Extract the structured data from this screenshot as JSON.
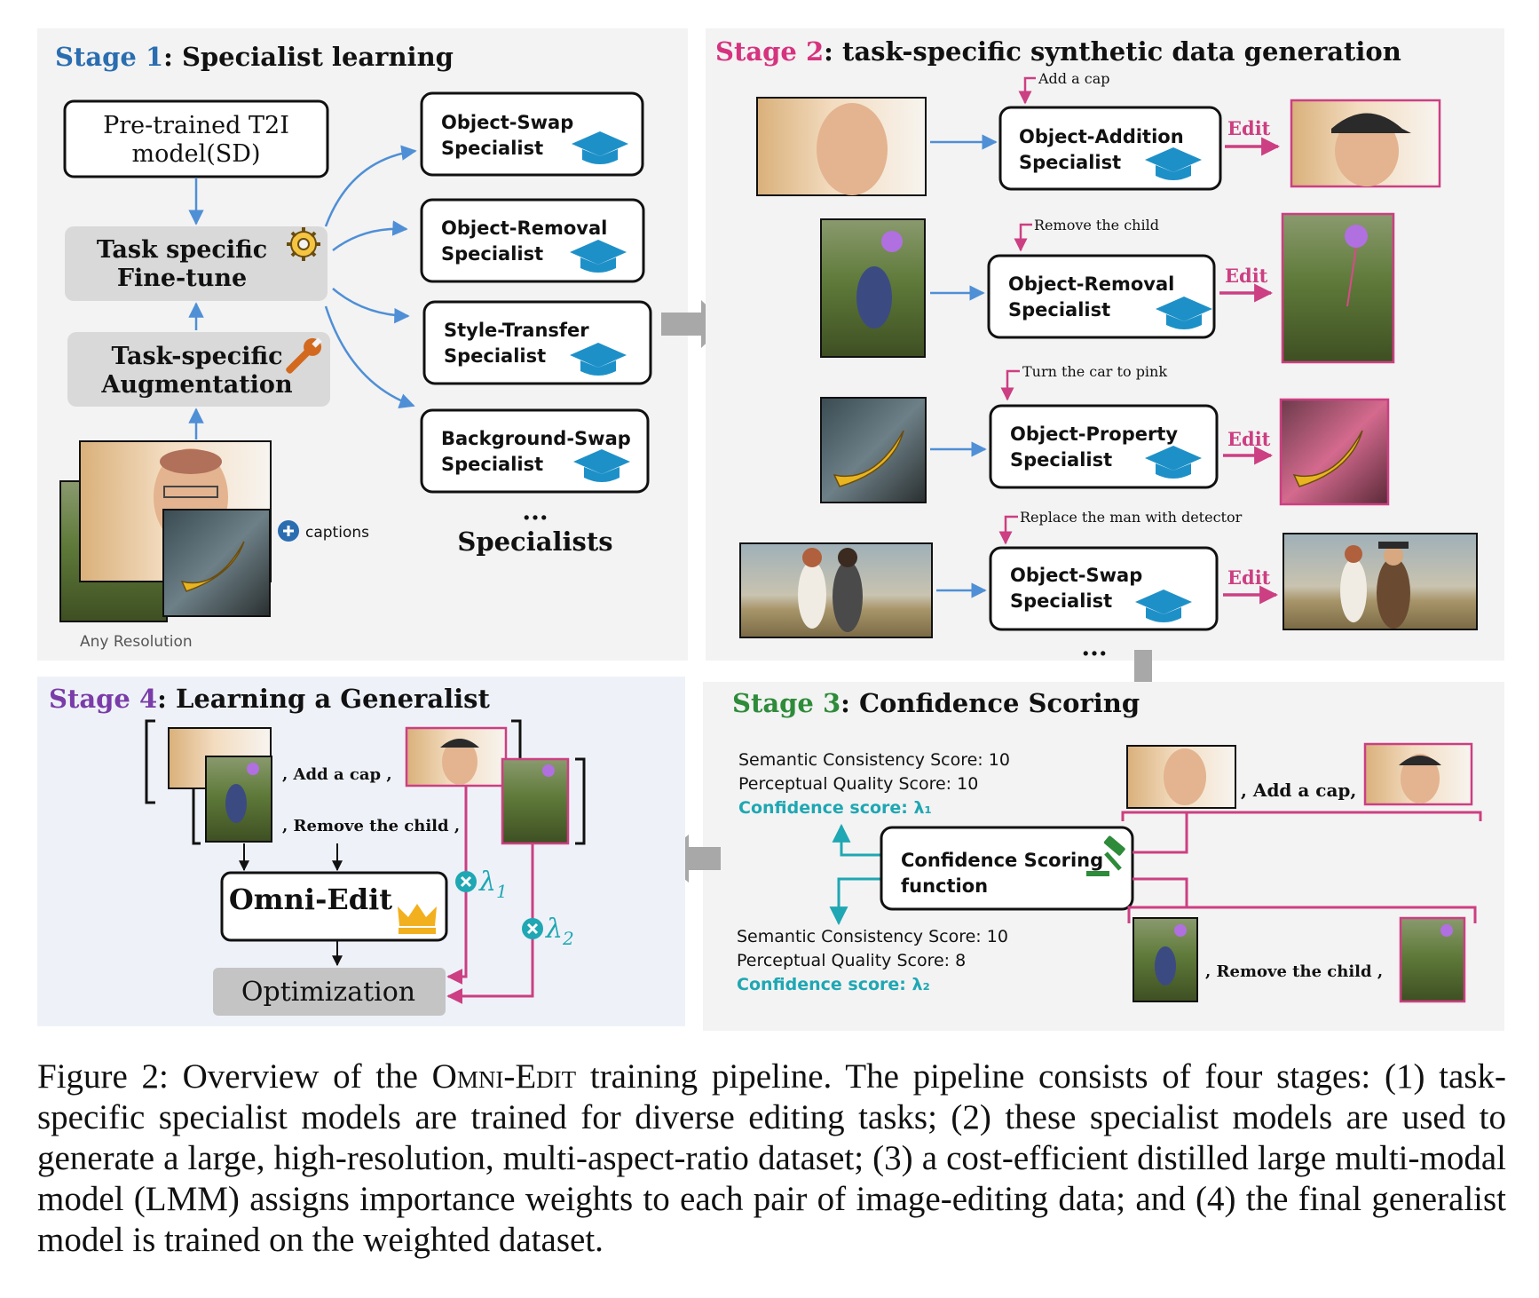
{
  "colors": {
    "stage1_num": "#2a6db0",
    "stage2_num": "#d6337f",
    "stage3_num": "#2e8b3a",
    "stage4_num": "#7a3ca8",
    "arrow_blue": "#4f8fd6",
    "edit_pink": "#cc3f82",
    "teal": "#1fa7b3",
    "gray_box": "#d9d9d9",
    "panel_bg": "#f3f3f3",
    "panel4_bg": "#eef2f8",
    "cap_blue": "#1e90c8",
    "crown": "#f2b01e",
    "gavel": "#2e8b3a",
    "wrench": "#d2691e"
  },
  "stage1": {
    "label_num": "Stage 1",
    "label_rest": ": Specialist learning",
    "pretrained_line1": "Pre-trained T2I",
    "pretrained_line2": "model(SD)",
    "finetune_line1": "Task specific",
    "finetune_line2": "Fine-tune",
    "augment_line1": "Task-specific",
    "augment_line2": "Augmentation",
    "captions": "captions",
    "any_resolution": "Any Resolution",
    "specialists": [
      {
        "line1": "Object-Swap",
        "line2": "Specialist",
        "icon": "graduation-cap-icon"
      },
      {
        "line1": "Object-Removal",
        "line2": "Specialist",
        "icon": "graduation-cap-icon"
      },
      {
        "line1": "Style-Transfer",
        "line2": "Specialist",
        "icon": "graduation-cap-icon"
      },
      {
        "line1": "Background-Swap",
        "line2": "Specialist",
        "icon": "graduation-cap-icon"
      }
    ],
    "ellipsis": "...",
    "specialists_label": "Specialists"
  },
  "stage2": {
    "label_num": "Stage 2",
    "label_rest": ": task-specific synthetic data generation",
    "edit_label": "Edit",
    "rows": [
      {
        "instruction": "Add a cap",
        "line1": "Object-Addition",
        "line2": "Specialist"
      },
      {
        "instruction": "Remove the child",
        "line1": "Object-Removal",
        "line2": "Specialist"
      },
      {
        "instruction": "Turn the car to pink",
        "line1": "Object-Property",
        "line2": "Specialist"
      },
      {
        "instruction": "Replace the man with detector",
        "line1": "Object-Swap",
        "line2": "Specialist"
      }
    ],
    "ellipsis": "..."
  },
  "stage3": {
    "label_num": "Stage 3",
    "label_rest": ": Confidence Scoring",
    "sem1": "Semantic Consistency Score:  10",
    "perc1": "Perceptual Quality Score: 10",
    "conf1": "Confidence score: λ₁",
    "function_line1": "Confidence Scoring",
    "function_line2": "function",
    "sem2": "Semantic Consistency Score:  10",
    "perc2": "Perceptual Quality Score: 8",
    "conf2": "Confidence score: λ₂",
    "pair1_text": ", Add a cap,",
    "pair2_text": ", Remove the child ,"
  },
  "stage4": {
    "label_num": "Stage 4",
    "label_rest": ": Learning a Generalist",
    "pair1_text": ", Add a cap ,",
    "pair2_text": ", Remove the child ,",
    "model": "Omni-Edit",
    "optimization": "Optimization",
    "lambda1": "λ",
    "lambda1_sub": "1",
    "lambda2": "λ",
    "lambda2_sub": "2"
  },
  "caption": {
    "prefix": "Figure 2: Overview of the ",
    "name": "Omni-Edit",
    "rest": " training pipeline. The pipeline consists of four stages: (1) task-specific specialist models are trained for diverse editing tasks; (2) these specialist models are used to generate a large, high-resolution, multi-aspect-ratio dataset; (3) a cost-efficient distilled large multi-modal model (LMM) assigns importance weights to each pair of image-editing data; and (4) the final generalist model is trained on the weighted dataset."
  }
}
